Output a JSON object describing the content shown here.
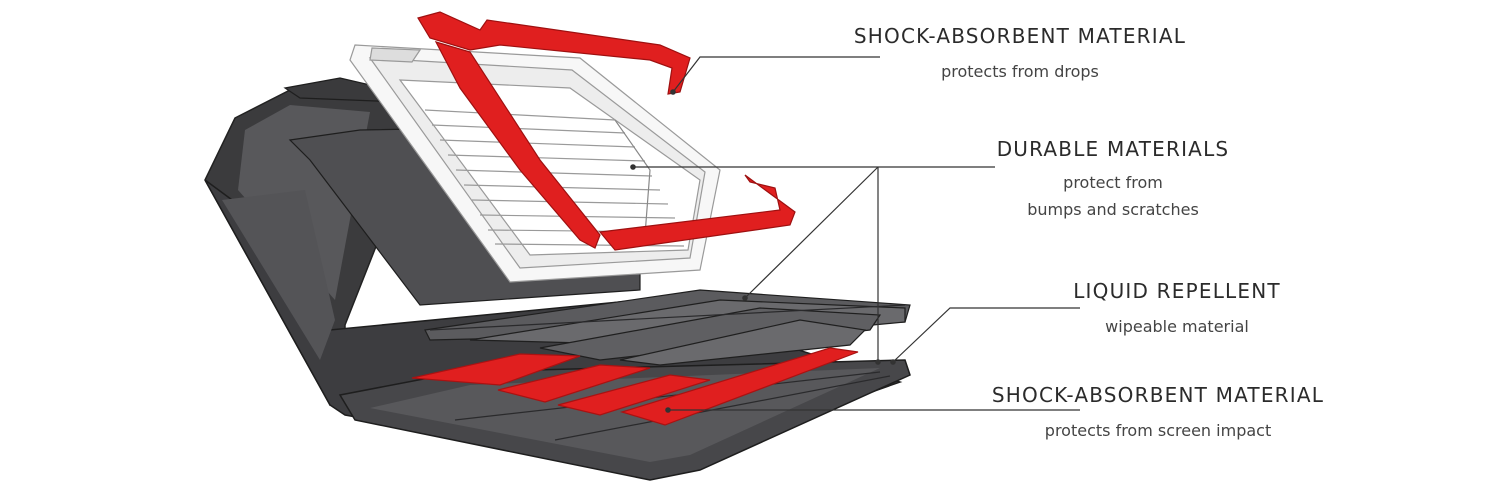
{
  "callouts": [
    {
      "title": "SHOCK-ABSORBENT MATERIAL",
      "description": "protects from drops"
    },
    {
      "title": "DURABLE MATERIALS",
      "description_lines": [
        "protect from",
        "bumps and scratches"
      ]
    },
    {
      "title": "LIQUID REPELLENT",
      "description": "wipeable material"
    },
    {
      "title": "SHOCK-ABSORBENT MATERIAL",
      "description": "protects from screen impact"
    }
  ],
  "colors": {
    "case_dark": "#3a3a3c",
    "case_panel": "#5e5e61",
    "shock_red": "#e01f1f",
    "line": "#333333"
  }
}
